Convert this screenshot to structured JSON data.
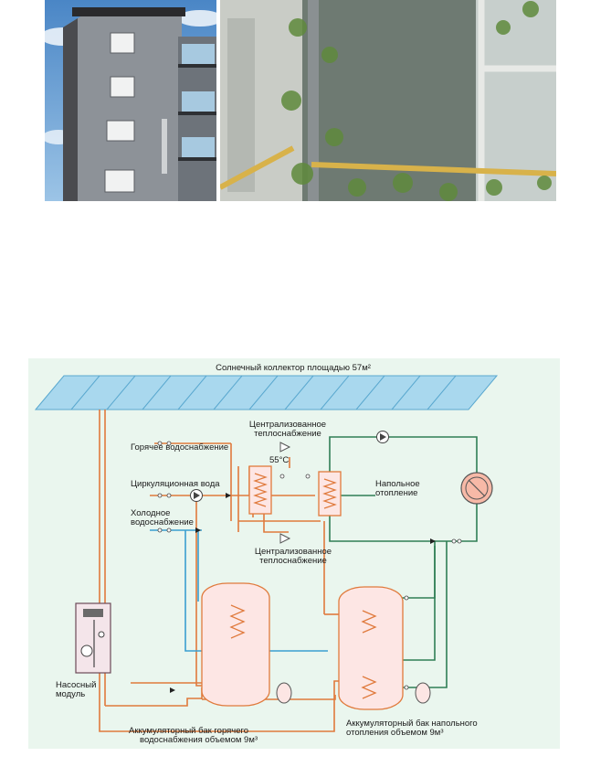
{
  "diagram": {
    "solar_collector_label": "Солнечный коллектор площадью 57м²",
    "central_heating_top_line1": "Централизованное",
    "central_heating_top_line2": "теплоснабжение",
    "temperature_label": "55°С",
    "hot_water_label": "Горячее водоснабжение",
    "circulation_water_label": "Циркуляционная вода",
    "cold_water_line1": "Холодное",
    "cold_water_line2": "водоснабжение",
    "floor_heating_line1": "Напольное",
    "floor_heating_line2": "отопление",
    "central_heating_bottom_line1": "Централизованное",
    "central_heating_bottom_line2": "теплоснабжение",
    "pump_module_line1": "Насосный",
    "pump_module_line2": "модуль",
    "hot_water_tank_line1": "Аккумуляторный бак горячего",
    "hot_water_tank_line2": "водоснабжения объемом 9м³",
    "floor_tank_line1": "Аккумуляторный бак напольного",
    "floor_tank_line2": "отопления объемом 9м³",
    "colors": {
      "pipe_hot": "#e07a3c",
      "pipe_cold": "#3a9fd0",
      "pipe_green": "#2f7f55",
      "tank_fill": "#fde6e4",
      "collector_fill": "#a9d8ee",
      "background": "#eaf6ee"
    }
  }
}
